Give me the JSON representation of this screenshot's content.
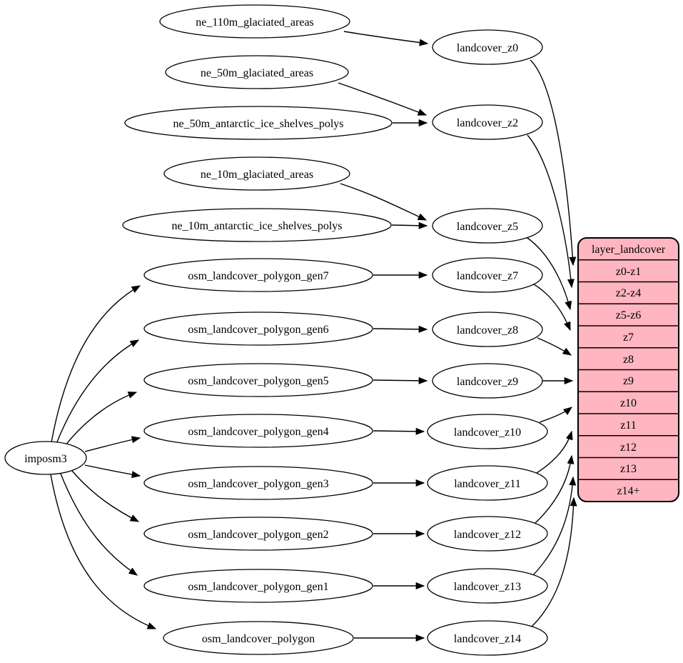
{
  "diagram": {
    "colors": {
      "background": "#ffffff",
      "node_fill": "#ffffff",
      "stroke": "#000000",
      "record_fill": "#ffb6c1"
    },
    "nodes": {
      "imposm3": "imposm3",
      "ne_110m_glaciated_areas": "ne_110m_glaciated_areas",
      "ne_50m_glaciated_areas": "ne_50m_glaciated_areas",
      "ne_50m_antarctic_ice_shelves_polys": "ne_50m_antarctic_ice_shelves_polys",
      "ne_10m_glaciated_areas": "ne_10m_glaciated_areas",
      "ne_10m_antarctic_ice_shelves_polys": "ne_10m_antarctic_ice_shelves_polys",
      "osm_landcover_polygon_gen7": "osm_landcover_polygon_gen7",
      "osm_landcover_polygon_gen6": "osm_landcover_polygon_gen6",
      "osm_landcover_polygon_gen5": "osm_landcover_polygon_gen5",
      "osm_landcover_polygon_gen4": "osm_landcover_polygon_gen4",
      "osm_landcover_polygon_gen3": "osm_landcover_polygon_gen3",
      "osm_landcover_polygon_gen2": "osm_landcover_polygon_gen2",
      "osm_landcover_polygon_gen1": "osm_landcover_polygon_gen1",
      "osm_landcover_polygon": "osm_landcover_polygon",
      "landcover_z0": "landcover_z0",
      "landcover_z2": "landcover_z2",
      "landcover_z5": "landcover_z5",
      "landcover_z7": "landcover_z7",
      "landcover_z8": "landcover_z8",
      "landcover_z9": "landcover_z9",
      "landcover_z10": "landcover_z10",
      "landcover_z11": "landcover_z11",
      "landcover_z12": "landcover_z12",
      "landcover_z13": "landcover_z13",
      "landcover_z14": "landcover_z14"
    },
    "record": {
      "title": "layer_landcover",
      "rows": [
        "z0-z1",
        "z2-z4",
        "z5-z6",
        "z7",
        "z8",
        "z9",
        "z10",
        "z11",
        "z12",
        "z13",
        "z14+"
      ]
    },
    "edges": [
      {
        "from": "ne_110m_glaciated_areas",
        "to": "landcover_z0"
      },
      {
        "from": "ne_50m_glaciated_areas",
        "to": "landcover_z2"
      },
      {
        "from": "ne_50m_antarctic_ice_shelves_polys",
        "to": "landcover_z2"
      },
      {
        "from": "ne_10m_glaciated_areas",
        "to": "landcover_z5"
      },
      {
        "from": "ne_10m_antarctic_ice_shelves_polys",
        "to": "landcover_z5"
      },
      {
        "from": "osm_landcover_polygon_gen7",
        "to": "landcover_z7"
      },
      {
        "from": "osm_landcover_polygon_gen6",
        "to": "landcover_z8"
      },
      {
        "from": "osm_landcover_polygon_gen5",
        "to": "landcover_z9"
      },
      {
        "from": "osm_landcover_polygon_gen4",
        "to": "landcover_z10"
      },
      {
        "from": "osm_landcover_polygon_gen3",
        "to": "landcover_z11"
      },
      {
        "from": "osm_landcover_polygon_gen2",
        "to": "landcover_z12"
      },
      {
        "from": "osm_landcover_polygon_gen1",
        "to": "landcover_z13"
      },
      {
        "from": "osm_landcover_polygon",
        "to": "landcover_z14"
      },
      {
        "from": "imposm3",
        "to": "osm_landcover_polygon_gen7"
      },
      {
        "from": "imposm3",
        "to": "osm_landcover_polygon_gen6"
      },
      {
        "from": "imposm3",
        "to": "osm_landcover_polygon_gen5"
      },
      {
        "from": "imposm3",
        "to": "osm_landcover_polygon_gen4"
      },
      {
        "from": "imposm3",
        "to": "osm_landcover_polygon_gen3"
      },
      {
        "from": "imposm3",
        "to": "osm_landcover_polygon_gen2"
      },
      {
        "from": "imposm3",
        "to": "osm_landcover_polygon_gen1"
      },
      {
        "from": "imposm3",
        "to": "osm_landcover_polygon"
      },
      {
        "from": "landcover_z0",
        "to": "layer_landcover.z0-z1"
      },
      {
        "from": "landcover_z2",
        "to": "layer_landcover.z2-z4"
      },
      {
        "from": "landcover_z5",
        "to": "layer_landcover.z5-z6"
      },
      {
        "from": "landcover_z7",
        "to": "layer_landcover.z7"
      },
      {
        "from": "landcover_z8",
        "to": "layer_landcover.z8"
      },
      {
        "from": "landcover_z9",
        "to": "layer_landcover.z9"
      },
      {
        "from": "landcover_z10",
        "to": "layer_landcover.z10"
      },
      {
        "from": "landcover_z11",
        "to": "layer_landcover.z11"
      },
      {
        "from": "landcover_z12",
        "to": "layer_landcover.z12"
      },
      {
        "from": "landcover_z13",
        "to": "layer_landcover.z13"
      },
      {
        "from": "landcover_z14",
        "to": "layer_landcover.z14+"
      }
    ]
  }
}
